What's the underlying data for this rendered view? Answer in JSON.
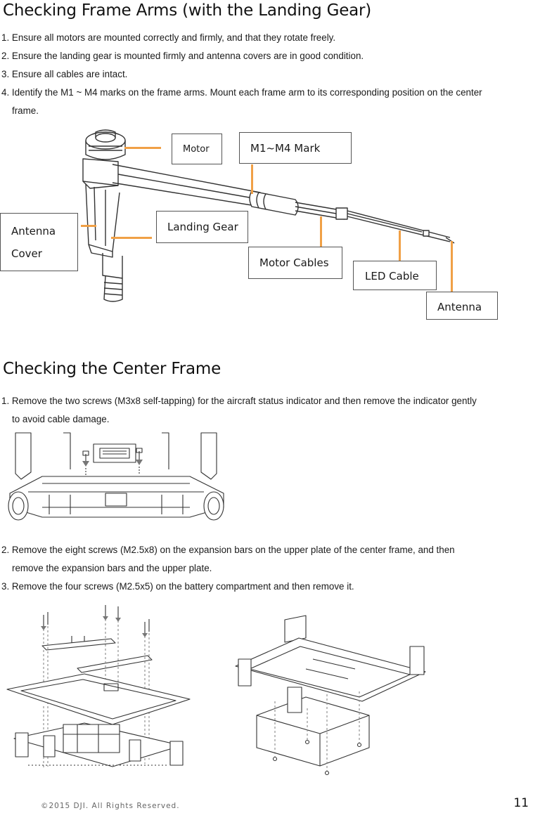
{
  "section1": {
    "title": "Checking Frame Arms (with the Landing Gear)",
    "steps": [
      "1. Ensure all motors are mounted correctly and firmly, and that they rotate freely.",
      "2. Ensure the landing gear is mounted firmly and antenna covers are in good condition.",
      "3. Ensure all cables are intact.",
      "4. Identify the M1 ~ M4 marks on the frame arms. Mount each frame arm to its corresponding position on the center",
      "frame."
    ],
    "callouts": {
      "motor": "Motor",
      "mark": "M1~M4 Mark",
      "antenna_cover_1": "Antenna",
      "antenna_cover_2": "Cover",
      "landing_gear": "Landing Gear",
      "motor_cables": "Motor Cables",
      "led_cable": "LED Cable",
      "antenna": "Antenna"
    }
  },
  "section2": {
    "title": "Checking the Center Frame",
    "step1_line1": "1. Remove the two screws (M3x8 self-tapping) for the aircraft status indicator and then remove the indicator gently",
    "step1_line2": "to avoid cable damage.",
    "step2_line1": "2. Remove the eight screws (M2.5x8) on the expansion bars on the upper plate of the center frame, and then",
    "step2_line2": "remove the expansion bars and the upper plate.",
    "step3": "3. Remove the four screws (M2.5x5) on the battery compartment and then remove it."
  },
  "footer": {
    "copyright": "©2015  DJI.  All  Rights  Reserved.",
    "page": "11"
  },
  "colors": {
    "leader": "#f0a046",
    "line_art": "#333333"
  }
}
